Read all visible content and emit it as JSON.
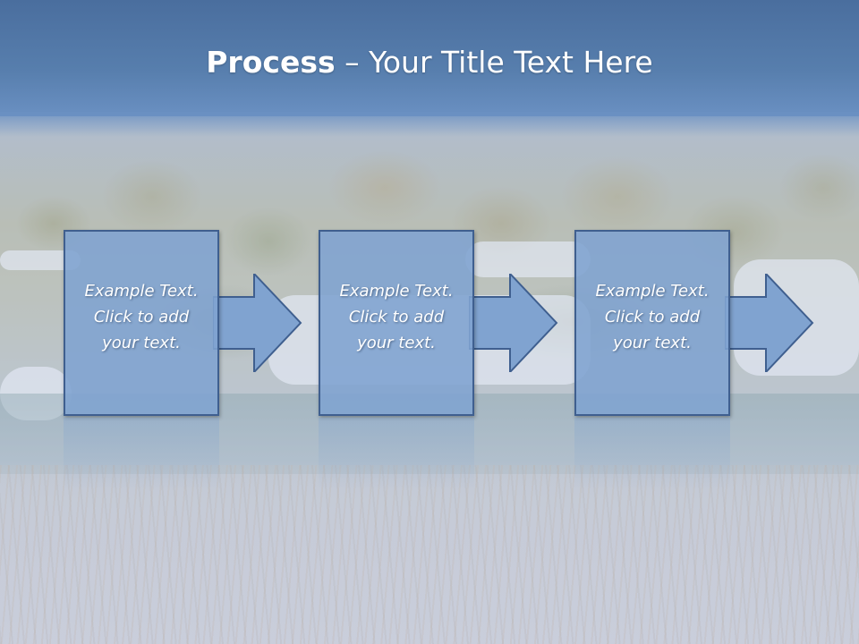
{
  "title": {
    "bold": "Process",
    "rest": " – Your Title Text Here"
  },
  "steps": [
    {
      "line1": "Example Text.",
      "line2": "Click  to add",
      "line3": "your text."
    },
    {
      "line1": "Example Text.",
      "line2": "Click  to add",
      "line3": "your text."
    },
    {
      "line1": "Example Text.",
      "line2": "Click  to add",
      "line3": "your text."
    }
  ],
  "colors": {
    "title_band": "#577ead",
    "box_fill": "#80a3d0",
    "box_border": "#3f5f8f",
    "text": "#ffffff"
  }
}
